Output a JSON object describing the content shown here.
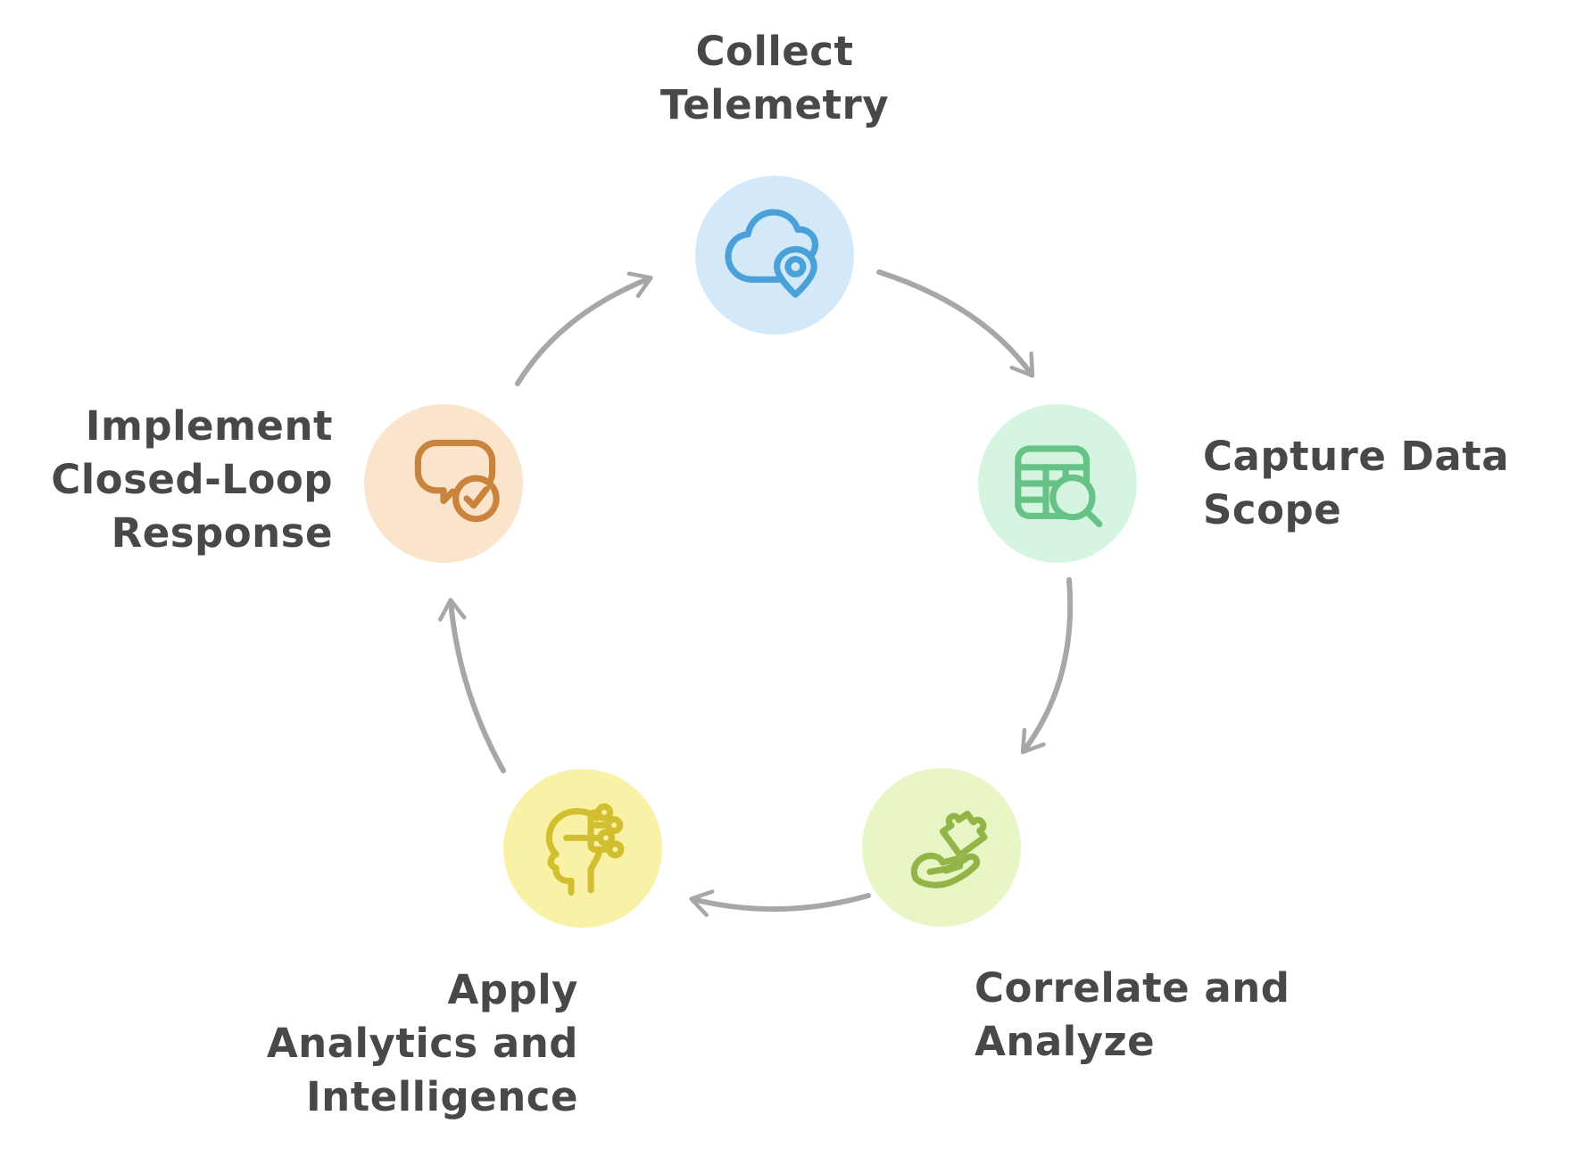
{
  "diagram": {
    "background": "#ffffff",
    "text_color": "#48484a",
    "arrow_color": "#a7a7a7",
    "flow": "clockwise-cycle",
    "nodes": [
      {
        "label": "Collect\nTelemetry",
        "icon": "cloud-location-icon",
        "fill": "#d3e9fa",
        "stroke": "#4aa0d8"
      },
      {
        "label": "Capture Data\nScope",
        "icon": "table-search-icon",
        "fill": "#d6f5e1",
        "stroke": "#66c287"
      },
      {
        "label": "Correlate and\nAnalyze",
        "icon": "hand-puzzle-icon",
        "fill": "#e8f6c6",
        "stroke": "#93b548"
      },
      {
        "label": "Apply\nAnalytics and\nIntelligence",
        "icon": "head-circuit-icon",
        "fill": "#f9f1a6",
        "stroke": "#d2bf30"
      },
      {
        "label": "Implement\nClosed-Loop\nResponse",
        "icon": "chat-check-icon",
        "fill": "#fae5cc",
        "stroke": "#c8833c"
      }
    ]
  }
}
